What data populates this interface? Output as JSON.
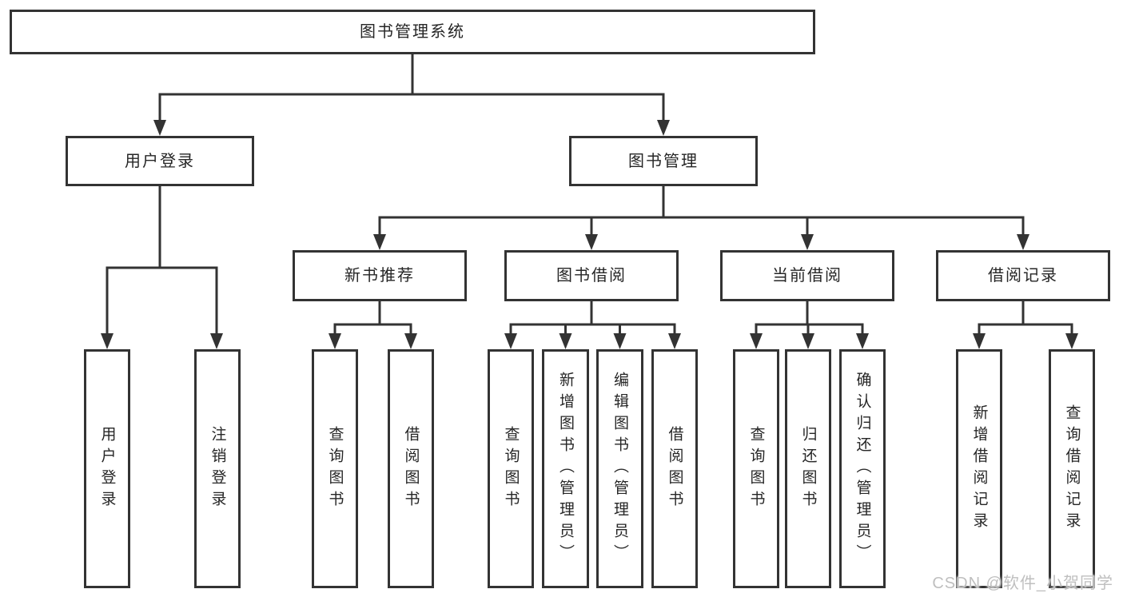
{
  "root": {
    "label": "图书管理系统"
  },
  "level2": {
    "user_login": {
      "label": "用户登录"
    },
    "book_management": {
      "label": "图书管理"
    }
  },
  "level3": {
    "new_book_recommend": {
      "label": "新书推荐"
    },
    "book_borrow": {
      "label": "图书借阅"
    },
    "current_borrow": {
      "label": "当前借阅"
    },
    "borrow_record": {
      "label": "借阅记录"
    }
  },
  "level4": {
    "user_login_children": [
      "用户登录",
      "注销登录"
    ],
    "new_book_recommend_children": [
      "查询图书",
      "借阅图书"
    ],
    "book_borrow_children": [
      "查询图书",
      "新增图书（管理员）",
      "编辑图书（管理员）",
      "借阅图书"
    ],
    "current_borrow_children": [
      "查询图书",
      "归还图书",
      "确认归还（管理员）"
    ],
    "borrow_record_children": [
      "新增借阅记录",
      "查询借阅记录"
    ]
  },
  "watermark": {
    "text": "CSDN @软件_小贺同学"
  },
  "colors": {
    "line": "#333333",
    "text": "#262626",
    "background": "#ffffff",
    "watermark": "#bfbfbf"
  }
}
